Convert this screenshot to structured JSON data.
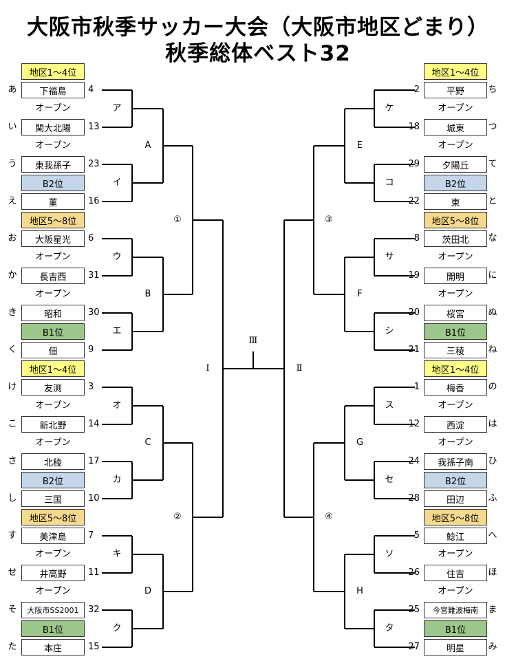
{
  "title_line1": "大阪市秋季サッカー大会（大阪市地区どまり）",
  "title_line2": "秋季総体ベスト32",
  "left_blocks": [
    {
      "type": "label",
      "text": "地区1～4位",
      "color": "#ffff88"
    },
    {
      "type": "team",
      "kana": "あ",
      "name": "下福島",
      "seed": "4"
    },
    {
      "type": "open",
      "text": "オープン"
    },
    {
      "type": "team",
      "kana": "い",
      "name": "関大北陽",
      "seed": "13"
    },
    {
      "type": "open",
      "text": "オープン"
    },
    {
      "type": "team",
      "kana": "う",
      "name": "東我孫子",
      "seed": "23"
    },
    {
      "type": "label",
      "text": "B2位",
      "color": "#c6d6ea"
    },
    {
      "type": "team",
      "kana": "え",
      "name": "菫",
      "seed": "16"
    },
    {
      "type": "label",
      "text": "地区5～8位",
      "color": "#f5d98f"
    },
    {
      "type": "team",
      "kana": "お",
      "name": "大阪星光",
      "seed": "6"
    },
    {
      "type": "open",
      "text": "オープン"
    },
    {
      "type": "team",
      "kana": "か",
      "name": "長吉西",
      "seed": "31"
    },
    {
      "type": "open",
      "text": "オープン"
    },
    {
      "type": "team",
      "kana": "き",
      "name": "昭和",
      "seed": "30"
    },
    {
      "type": "label",
      "text": "B1位",
      "color": "#9dc78a"
    },
    {
      "type": "team",
      "kana": "く",
      "name": "佃",
      "seed": "9"
    },
    {
      "type": "label",
      "text": "地区1～4位",
      "color": "#ffff88"
    },
    {
      "type": "team",
      "kana": "け",
      "name": "友渕",
      "seed": "3"
    },
    {
      "type": "open",
      "text": "オープン"
    },
    {
      "type": "team",
      "kana": "こ",
      "name": "新北野",
      "seed": "14"
    },
    {
      "type": "open",
      "text": "オープン"
    },
    {
      "type": "team",
      "kana": "さ",
      "name": "北稜",
      "seed": "17"
    },
    {
      "type": "label",
      "text": "B2位",
      "color": "#c6d6ea"
    },
    {
      "type": "team",
      "kana": "し",
      "name": "三国",
      "seed": "10"
    },
    {
      "type": "label",
      "text": "地区5～8位",
      "color": "#f5d98f"
    },
    {
      "type": "team",
      "kana": "す",
      "name": "美津島",
      "seed": "7"
    },
    {
      "type": "open",
      "text": "オープン"
    },
    {
      "type": "team",
      "kana": "せ",
      "name": "井高野",
      "seed": "11"
    },
    {
      "type": "open",
      "text": "オープン"
    },
    {
      "type": "team",
      "kana": "そ",
      "name": "大阪市SS2001",
      "seed": "32",
      "small": true
    },
    {
      "type": "label",
      "text": "B1位",
      "color": "#9dc78a"
    },
    {
      "type": "team",
      "kana": "た",
      "name": "本庄",
      "seed": "15"
    }
  ],
  "right_blocks": [
    {
      "type": "label",
      "text": "地区1～4位",
      "color": "#ffff88"
    },
    {
      "type": "team",
      "kana": "ち",
      "name": "平野",
      "seed": "2"
    },
    {
      "type": "open",
      "text": "オープン"
    },
    {
      "type": "team",
      "kana": "つ",
      "name": "城東",
      "seed": "18"
    },
    {
      "type": "open",
      "text": "オープン"
    },
    {
      "type": "team",
      "kana": "て",
      "name": "夕陽丘",
      "seed": "29"
    },
    {
      "type": "label",
      "text": "B2位",
      "color": "#c6d6ea"
    },
    {
      "type": "team",
      "kana": "と",
      "name": "東",
      "seed": "22"
    },
    {
      "type": "label",
      "text": "地区5～8位",
      "color": "#f5d98f"
    },
    {
      "type": "team",
      "kana": "な",
      "name": "茨田北",
      "seed": "8"
    },
    {
      "type": "open",
      "text": "オープン"
    },
    {
      "type": "team",
      "kana": "に",
      "name": "開明",
      "seed": "19"
    },
    {
      "type": "open",
      "text": "オープン"
    },
    {
      "type": "team",
      "kana": "ぬ",
      "name": "桜宮",
      "seed": "20"
    },
    {
      "type": "label",
      "text": "B1位",
      "color": "#9dc78a"
    },
    {
      "type": "team",
      "kana": "ね",
      "name": "三稜",
      "seed": "21"
    },
    {
      "type": "label",
      "text": "地区1～4位",
      "color": "#ffff88"
    },
    {
      "type": "team",
      "kana": "の",
      "name": "梅香",
      "seed": "1"
    },
    {
      "type": "open",
      "text": "オープン"
    },
    {
      "type": "team",
      "kana": "は",
      "name": "西淀",
      "seed": "12"
    },
    {
      "type": "open",
      "text": "オープン"
    },
    {
      "type": "team",
      "kana": "ひ",
      "name": "我孫子南",
      "seed": "24"
    },
    {
      "type": "label",
      "text": "B2位",
      "color": "#c6d6ea"
    },
    {
      "type": "team",
      "kana": "ふ",
      "name": "田辺",
      "seed": "28"
    },
    {
      "type": "label",
      "text": "地区5～8位",
      "color": "#f5d98f"
    },
    {
      "type": "team",
      "kana": "へ",
      "name": "鯰江",
      "seed": "5"
    },
    {
      "type": "open",
      "text": "オープン"
    },
    {
      "type": "team",
      "kana": "ほ",
      "name": "住吉",
      "seed": "26"
    },
    {
      "type": "open",
      "text": "オープン"
    },
    {
      "type": "team",
      "kana": "ま",
      "name": "今宮難波梅南",
      "seed": "25",
      "small": true
    },
    {
      "type": "label",
      "text": "B1位",
      "color": "#9dc78a"
    },
    {
      "type": "team",
      "kana": "み",
      "name": "明星",
      "seed": "27"
    }
  ],
  "left_round1_marks": [
    "ア",
    "イ",
    "ウ",
    "エ",
    "オ",
    "カ",
    "キ",
    "ク"
  ],
  "right_round1_marks": [
    "ケ",
    "コ",
    "サ",
    "シ",
    "ス",
    "セ",
    "ソ",
    "タ"
  ],
  "left_round2_marks": [
    "A",
    "B",
    "C",
    "D"
  ],
  "right_round2_marks": [
    "E",
    "F",
    "G",
    "H"
  ],
  "left_qf_marks": [
    "①",
    "②"
  ],
  "right_qf_marks": [
    "③",
    "④"
  ],
  "semi_marks": [
    "Ⅰ",
    "Ⅱ"
  ],
  "final_mark": "Ⅲ"
}
